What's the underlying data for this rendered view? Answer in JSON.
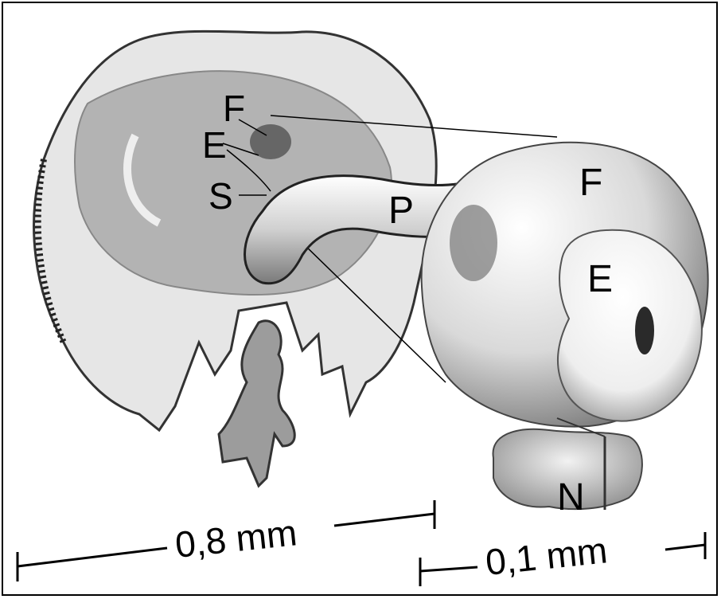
{
  "labels": {
    "whole_F": "F",
    "whole_E": "E",
    "whole_S": "S",
    "detail_P": "P",
    "detail_F": "F",
    "detail_E": "E",
    "detail_N": "N"
  },
  "scales": {
    "left": "0,8 mm",
    "right": "0,1 mm"
  },
  "colors": {
    "ink": "#000000",
    "tissue_light": "#e6e6e6",
    "tissue_mid": "#b3b3b3",
    "tissue_dark": "#7a7a7a"
  }
}
